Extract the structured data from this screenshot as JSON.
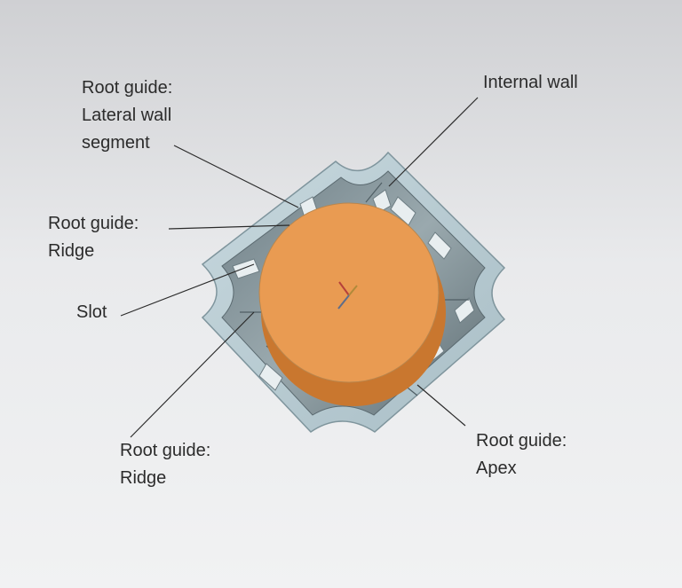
{
  "labels": {
    "lateral_wall": [
      "Root guide:",
      "Lateral wall",
      "segment"
    ],
    "internal_wall": "Internal wall",
    "ridge_left": [
      "Root guide:",
      "Ridge"
    ],
    "slot": "Slot",
    "ridge_bottom": [
      "Root guide:",
      "Ridge"
    ],
    "apex": [
      "Root guide:",
      "Apex"
    ]
  },
  "colors": {
    "frame": "#b9cdd4",
    "frame_dark": "#8fa4ab",
    "root": "#e99b52",
    "root_shadow": "#c9772f",
    "leader": "#2b2b2b"
  }
}
